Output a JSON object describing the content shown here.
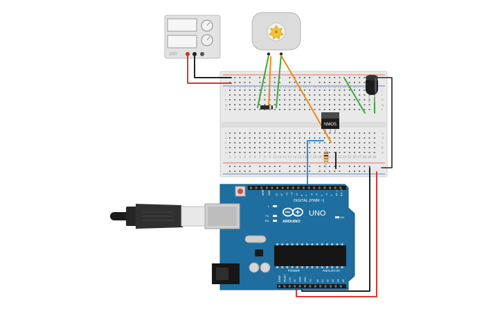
{
  "title": "Arduino motor control circuit (Tinkercad)",
  "components": {
    "power_supply": {
      "name": "DC power supply"
    },
    "motor": {
      "name": "DC motor"
    },
    "breadboard": {
      "row_letters_top": [
        "j",
        "i",
        "h",
        "g",
        "f"
      ],
      "row_letters_bottom": [
        "e",
        "d",
        "c",
        "b",
        "a"
      ],
      "columns": [
        "1",
        "2",
        "3",
        "4",
        "5",
        "6",
        "7",
        "8",
        "9",
        "10",
        "11",
        "12",
        "13",
        "14",
        "15",
        "16",
        "17",
        "18",
        "19",
        "20",
        "21",
        "22",
        "23",
        "24",
        "25",
        "26",
        "27",
        "28",
        "29",
        "30"
      ]
    },
    "transistor": {
      "label": "NMOS"
    },
    "capacitor": {
      "name": "capacitor"
    },
    "diode": {
      "name": "diode"
    },
    "resistor": {
      "name": "resistor"
    },
    "arduino": {
      "brand": "ARDUINO",
      "model": "UNO",
      "digital_label": "DIGITAL (PWM ~)",
      "aref": "AREF",
      "gnd": "GND",
      "digital_pins": [
        "13",
        "12",
        "~11",
        "~10",
        "~9",
        "8",
        "7",
        "~6",
        "~5",
        "4",
        "~3",
        "2",
        "TX→1",
        "RX←0"
      ],
      "l_led": "L",
      "tx_led": "TX",
      "rx_led": "RX",
      "on_led": "ON",
      "power_label": "POWER",
      "analog_label": "ANALOG IN",
      "power_pins": [
        "IOREF",
        "RESET",
        "3.3V",
        "5V",
        "GND",
        "GND",
        "Vin"
      ],
      "analog_pins": [
        "A0",
        "A1",
        "A2",
        "A3",
        "A4",
        "A5"
      ]
    },
    "usb_cable": {
      "name": "USB cable"
    }
  },
  "colors": {
    "wire_red": "#d9362d",
    "wire_black": "#222222",
    "wire_green": "#3aa83a",
    "wire_orange": "#ee8a14",
    "wire_blue": "#2d8fd8",
    "arduino_board": "#1e6f9f",
    "breadboard": "#e9e9e9",
    "rail_red": "#e04040",
    "rail_blue": "#3060d0"
  }
}
